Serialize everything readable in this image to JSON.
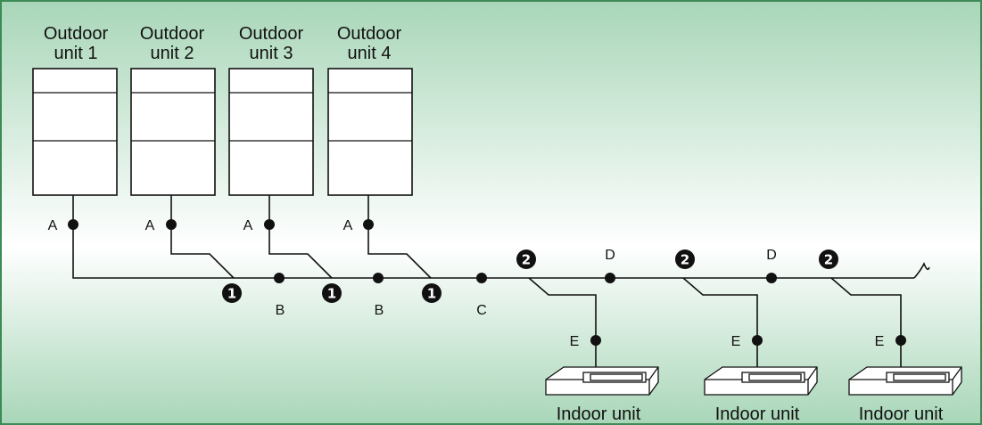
{
  "outdoor_units": [
    {
      "title_line1": "Outdoor",
      "title_line2": "unit 1",
      "joint_label": "A"
    },
    {
      "title_line1": "Outdoor",
      "title_line2": "unit 2",
      "joint_label": "A"
    },
    {
      "title_line1": "Outdoor",
      "title_line2": "unit 3",
      "joint_label": "A"
    },
    {
      "title_line1": "Outdoor",
      "title_line2": "unit 4",
      "joint_label": "A"
    }
  ],
  "outdoor_branch_joints": [
    {
      "badge": "1"
    },
    {
      "badge": "1"
    },
    {
      "badge": "1"
    }
  ],
  "main_pipe_points": [
    {
      "label": "B"
    },
    {
      "label": "B"
    },
    {
      "label": "C"
    },
    {
      "label": "D"
    },
    {
      "label": "D"
    }
  ],
  "indoor_branch_joints": [
    {
      "badge": "2"
    },
    {
      "badge": "2"
    },
    {
      "badge": "2"
    }
  ],
  "indoor_units": [
    {
      "label": "Indoor unit",
      "joint_label": "E"
    },
    {
      "label": "Indoor unit",
      "joint_label": "E"
    },
    {
      "label": "Indoor unit",
      "joint_label": "E"
    }
  ],
  "colors": {
    "background_gradient": [
      "#a8d6b8",
      "#ffffff",
      "#a8d6b8"
    ],
    "frame": "#3c8a55",
    "line": "#111111",
    "unit_fill": "#ffffff"
  }
}
